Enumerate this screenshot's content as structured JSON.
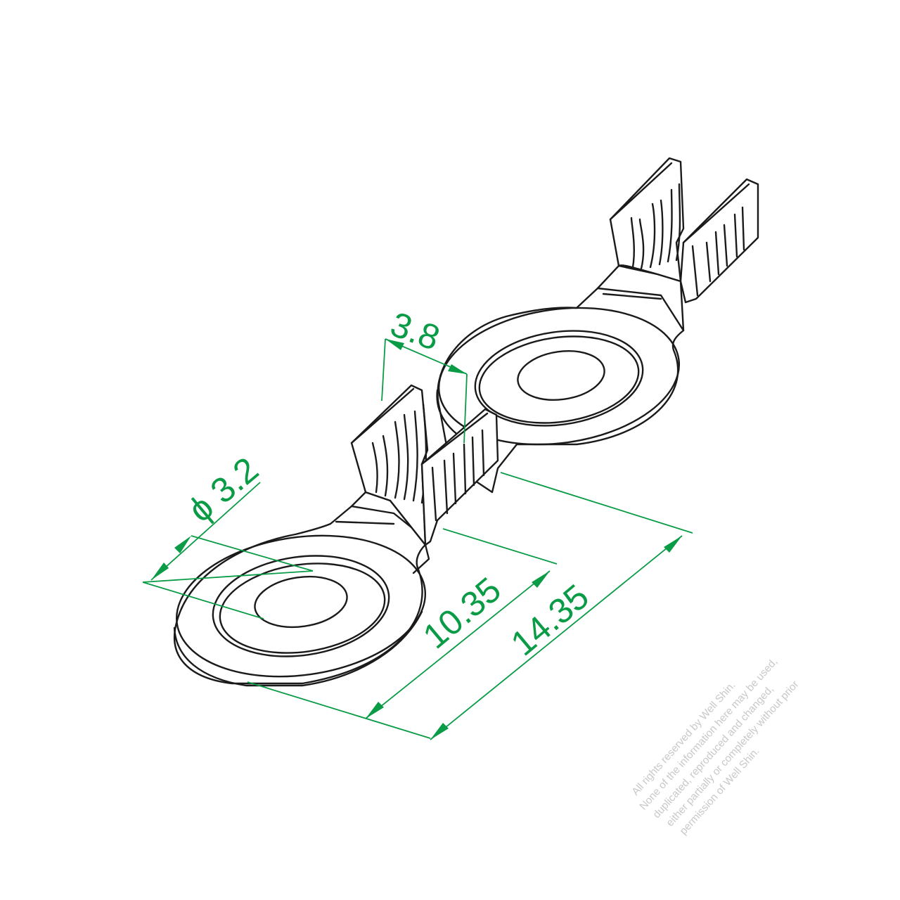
{
  "colors": {
    "outline": "#1a1a1a",
    "dimension": "#0a9b46",
    "watermark": "#c8c8c8"
  },
  "dimensions": {
    "hole_diameter": "ɸ 3.2",
    "barrel_width": "3.8",
    "pitch_length": "10.35",
    "overall_length": "14.35"
  },
  "watermark": {
    "lines": [
      "All rights reserved by Well Shin.",
      "None of the information here may be used,",
      "duplicated, reproduced and changed,",
      "either partially or completely without prior",
      "permission of Well Shin."
    ]
  }
}
